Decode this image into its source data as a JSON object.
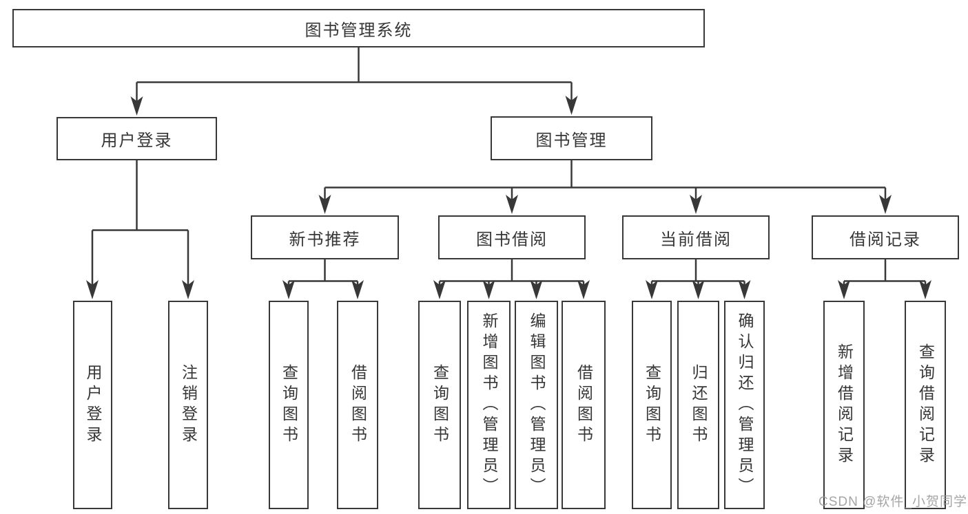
{
  "tree": {
    "label": "图书管理系统",
    "children": [
      {
        "label": "用户登录",
        "children": [
          {
            "label": "用户登录"
          },
          {
            "label": "注销登录"
          }
        ]
      },
      {
        "label": "图书管理",
        "children": [
          {
            "label": "新书推荐",
            "children": [
              {
                "label": "查询图书"
              },
              {
                "label": "借阅图书"
              }
            ]
          },
          {
            "label": "图书借阅",
            "children": [
              {
                "label": "查询图书"
              },
              {
                "label": "新增图书（管理员）"
              },
              {
                "label": "编辑图书（管理员）"
              },
              {
                "label": "借阅图书"
              }
            ]
          },
          {
            "label": "当前借阅",
            "children": [
              {
                "label": "查询图书"
              },
              {
                "label": "归还图书"
              },
              {
                "label": "确认归还（管理员）"
              }
            ]
          },
          {
            "label": "借阅记录",
            "children": [
              {
                "label": "新增借阅记录"
              },
              {
                "label": "查询借阅记录"
              }
            ]
          }
        ]
      }
    ]
  },
  "watermark": {
    "text": "CSDN @软件_小贺同学"
  },
  "colors": {
    "line": "#383838",
    "text": "#363636",
    "watermark": "#9c9c9c",
    "background": "#ffffff"
  }
}
